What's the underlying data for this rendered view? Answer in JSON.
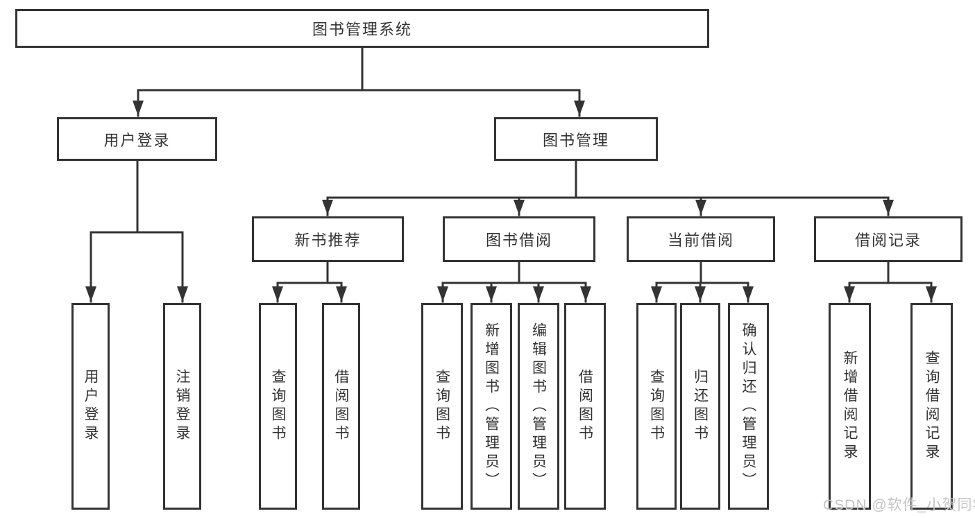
{
  "diagram": {
    "root": {
      "label": "图书管理系统",
      "children": [
        {
          "label": "用户登录",
          "children": [
            {
              "label": "用户登录"
            },
            {
              "label": "注销登录"
            }
          ]
        },
        {
          "label": "图书管理",
          "children": [
            {
              "label": "新书推荐",
              "children": [
                {
                  "label": "查询图书"
                },
                {
                  "label": "借阅图书"
                }
              ]
            },
            {
              "label": "图书借阅",
              "children": [
                {
                  "label": "查询图书"
                },
                {
                  "label": "新增图书（管理员）"
                },
                {
                  "label": "编辑图书（管理员）"
                },
                {
                  "label": "借阅图书"
                }
              ]
            },
            {
              "label": "当前借阅",
              "children": [
                {
                  "label": "查询图书"
                },
                {
                  "label": "归还图书"
                },
                {
                  "label": "确认归还（管理员）"
                }
              ]
            },
            {
              "label": "借阅记录",
              "children": [
                {
                  "label": "新增借阅记录"
                },
                {
                  "label": "查询借阅记录"
                }
              ]
            }
          ]
        }
      ]
    }
  },
  "watermark": {
    "text": "CSDN @软件_小贺同学"
  },
  "colors": {
    "line": "#333333",
    "box_border": "#333333",
    "text": "#333333",
    "watermark": "#c5c5c5",
    "background": "#ffffff"
  }
}
